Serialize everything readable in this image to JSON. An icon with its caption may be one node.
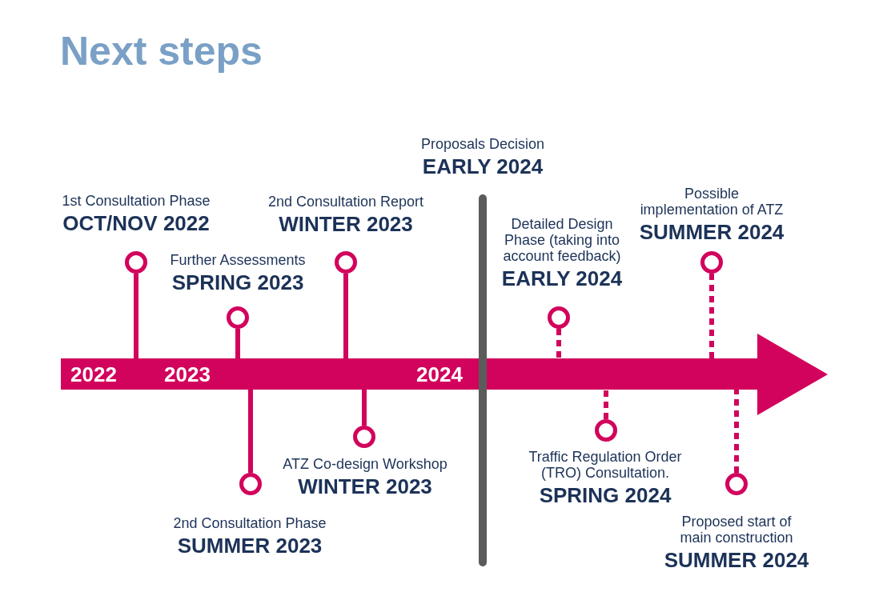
{
  "diagram": {
    "title": "Next steps",
    "nodes": [
      {
        "text": [
          "2022",
          "2023",
          "2024"
        ]
      },
      {
        "text": [],
        "shape": "bar",
        "beside": [
          "Proposals Decision",
          "EARLY 2024"
        ]
      },
      {
        "text": [],
        "shape": "circle",
        "beside": [
          "1st Consultation Phase",
          "OCT/NOV 2022"
        ]
      },
      {
        "text": [],
        "shape": "circle",
        "beside": [
          "Further Assessments",
          "SPRING 2023"
        ]
      },
      {
        "text": [],
        "shape": "circle",
        "beside": [
          "2nd Consultation Phase",
          "SUMMER 2023"
        ]
      },
      {
        "text": [],
        "shape": "circle",
        "beside": [
          "2nd Consultation Report",
          "WINTER 2023"
        ]
      },
      {
        "text": [],
        "shape": "circle",
        "beside": [
          "ATZ Co-design Workshop",
          "WINTER 2023"
        ]
      },
      {
        "text": [],
        "shape": "circle",
        "beside": [
          "Detailed Design Phase (taking into account feedback)",
          "EARLY 2024"
        ]
      },
      {
        "text": [],
        "shape": "circle",
        "beside": [
          "Traffic Regulation Order (TRO) Consultation.",
          "SPRING 2024"
        ]
      },
      {
        "text": [],
        "shape": "circle",
        "beside": [
          "Possible implementation of ATZ",
          "SUMMER 2024"
        ]
      },
      {
        "text": [],
        "shape": "circle",
        "beside": [
          "Proposed start of main construction",
          "SUMMER 2024"
        ]
      }
    ],
    "edges": [
      {
        "from": 2,
        "to": 0,
        "arrow": "none"
      },
      {
        "from": 3,
        "to": 0,
        "arrow": "none"
      },
      {
        "from": 4,
        "to": 0,
        "arrow": "none"
      },
      {
        "from": 5,
        "to": 0,
        "arrow": "none"
      },
      {
        "from": 6,
        "to": 0,
        "arrow": "none"
      },
      {
        "from": 7,
        "to": 0,
        "arrow": "none",
        "style": "dashed"
      },
      {
        "from": 8,
        "to": 0,
        "arrow": "none",
        "style": "dashed"
      },
      {
        "from": 9,
        "to": 0,
        "arrow": "none",
        "style": "dashed"
      },
      {
        "from": 10,
        "to": 0,
        "arrow": "none",
        "style": "dashed"
      }
    ]
  }
}
